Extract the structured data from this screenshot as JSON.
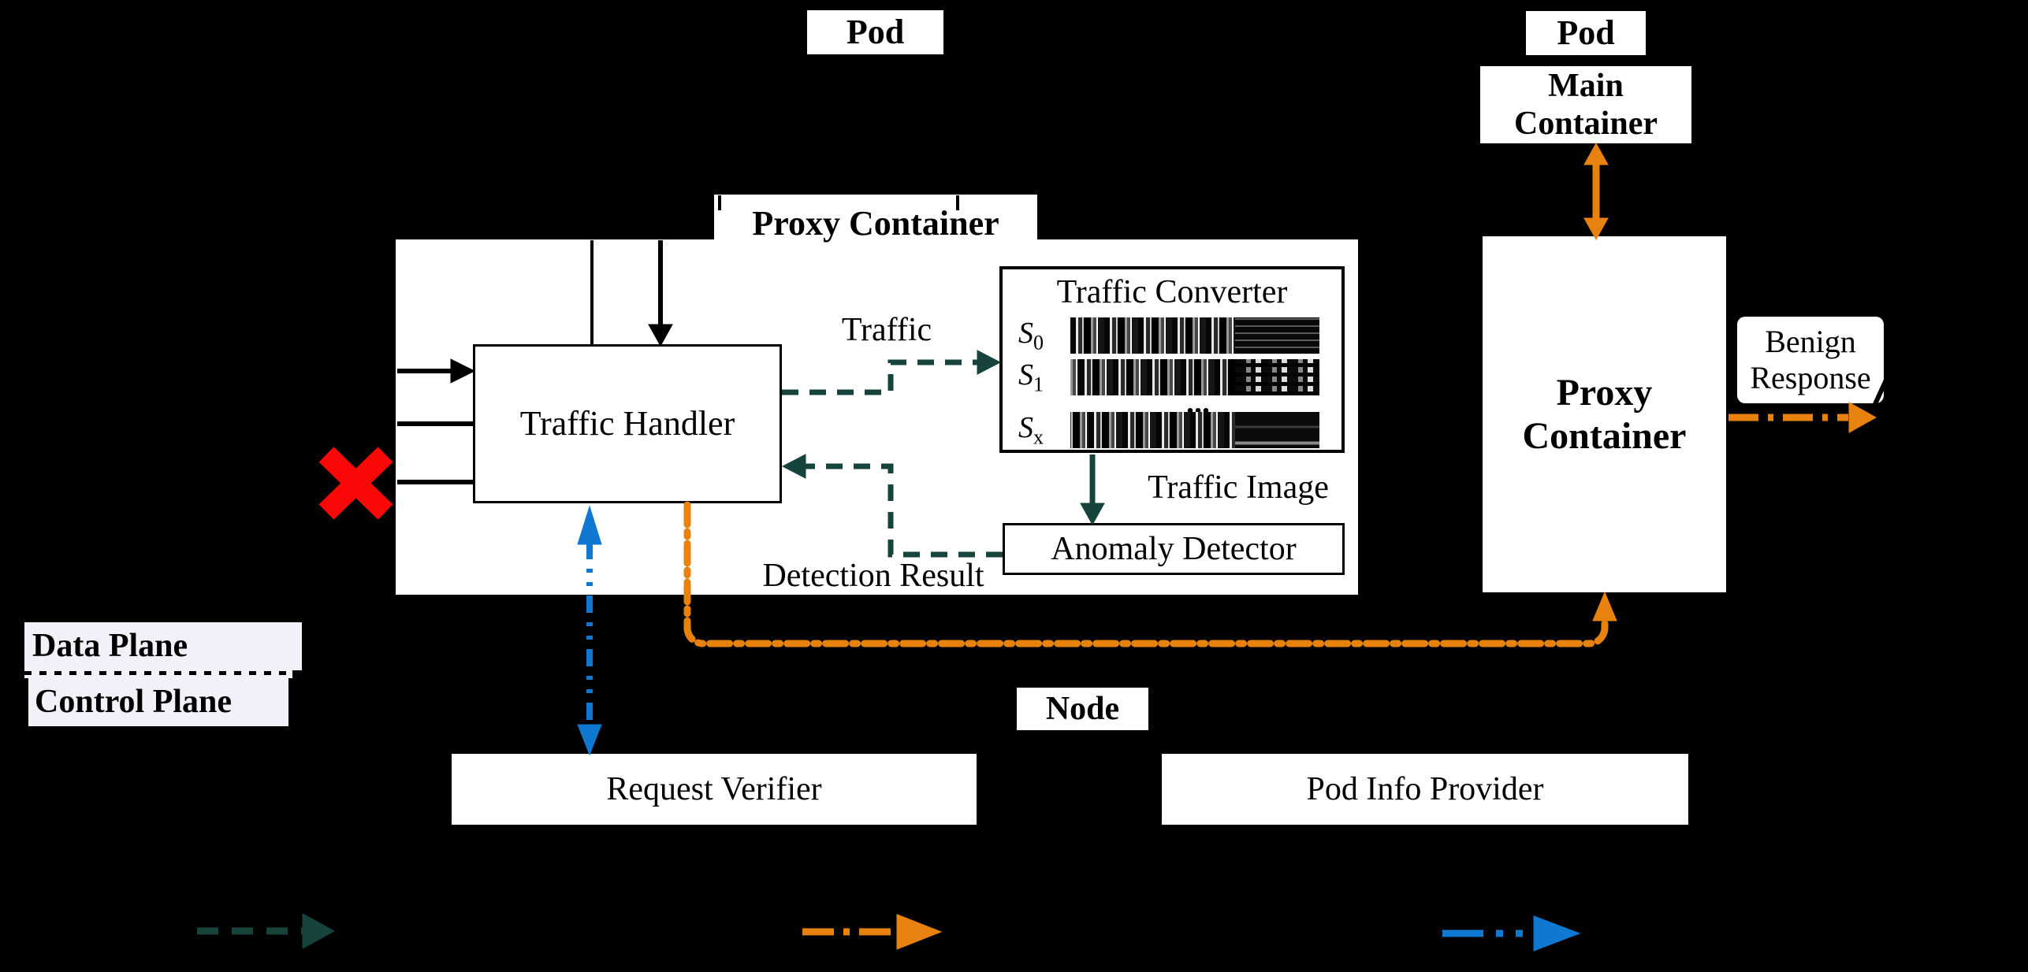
{
  "colors": {
    "teal": "#17433d",
    "orange": "#e8820e",
    "blue": "#0f78d1",
    "red": "#fb0707",
    "plane_bg": "#f1f1f9",
    "box_bg": "#ffffff",
    "ink": "#000000"
  },
  "labels": {
    "pod_left": "Pod",
    "pod_right": "Pod",
    "main_container": "Main Container",
    "proxy_label_left": "Proxy Container",
    "proxy_right": "Proxy Container",
    "traffic_handler": "Traffic Handler",
    "traffic_converter": "Traffic Converter",
    "anomaly_detector": "Anomaly Detector",
    "traffic": "Traffic",
    "traffic_image": "Traffic Image",
    "detection_result": "Detection Result",
    "benign_response": "Benign Response",
    "data_plane": "Data Plane",
    "control_plane": "Control Plane",
    "node": "Node",
    "request_verifier": "Request Verifier",
    "pod_info_provider": "Pod Info Provider",
    "ellipsis": "..."
  },
  "traffic_samples": [
    {
      "base": "S",
      "sub": "0"
    },
    {
      "base": "S",
      "sub": "1"
    },
    {
      "base": "S",
      "sub": "x"
    }
  ],
  "legend": [
    {
      "name": "teal-dashed-arrow",
      "color": "#17433d",
      "pattern": "dashed"
    },
    {
      "name": "orange-dash-dot-arrow",
      "color": "#e8820e",
      "pattern": "dash-dot"
    },
    {
      "name": "blue-dash-dot-dot-arrow",
      "color": "#0f78d1",
      "pattern": "dash-dot-dot"
    }
  ]
}
